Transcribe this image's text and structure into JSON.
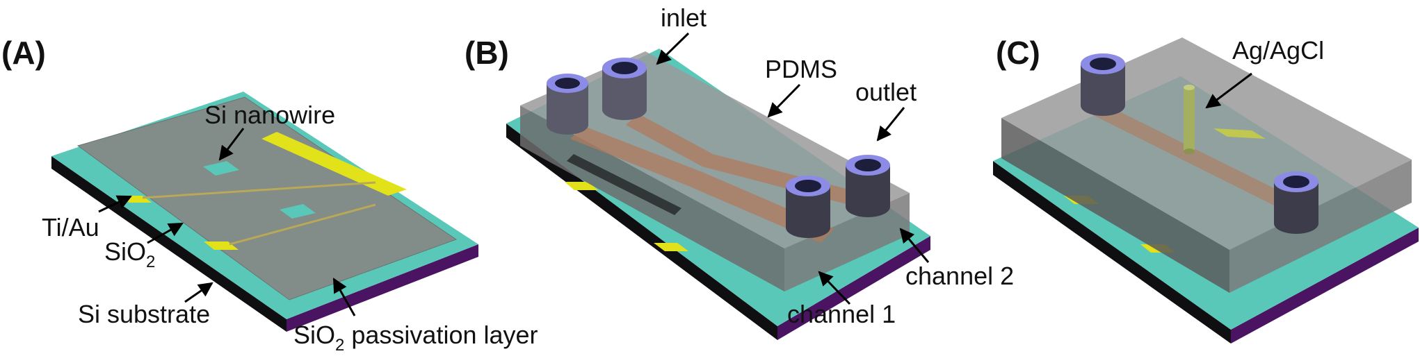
{
  "panels": {
    "a": {
      "label": "(A)",
      "annotations": {
        "si_nanowire": "Si nanowire",
        "ti_au": "Ti/Au",
        "sio2_main": "SiO",
        "sio2_sub": "2",
        "si_substrate": "Si substrate",
        "passivation_main": "SiO",
        "passivation_sub": "2",
        "passivation_rest": " passivation layer"
      }
    },
    "b": {
      "label": "(B)",
      "annotations": {
        "inlet": "inlet",
        "pdms": "PDMS",
        "outlet": "outlet",
        "channel_1": "channel 1",
        "channel_2": "channel 2"
      }
    },
    "c": {
      "label": "(C)",
      "annotations": {
        "electrode": "Ag/AgCl"
      }
    }
  },
  "colors": {
    "substrate_top": "#5ac8b8",
    "substrate_front": "#0f0f12",
    "substrate_side": "#4a1463",
    "passivation": "#828c88",
    "pads": "#e2e21a",
    "pdms": "#8c8c8c",
    "channel": "#b07a5c",
    "tube": "#8c8ce6",
    "tube_inner": "#1c1e3c",
    "electrode": "#a4b060",
    "arrow": "#000000"
  }
}
